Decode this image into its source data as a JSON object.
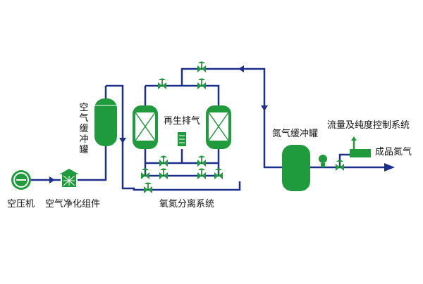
{
  "colors": {
    "pipe": "#1c2f8a",
    "green": "#1f9a3c",
    "dark_green": "#13702a",
    "text": "#111111",
    "white": "#ffffff"
  },
  "labels": {
    "compressor": "空压机",
    "purifier": "空气净化组件",
    "air_buffer_tank": "空气缓冲罐",
    "regeneration_exhaust": "再生排气",
    "separation_system": "氧氮分离系统",
    "nitrogen_buffer_tank": "氮气缓冲罐",
    "flow_purity_control": "流量及纯度控制系统",
    "product_nitrogen": "成品氮气"
  },
  "icons": {
    "compressor": "compressor-icon",
    "purifier": "purifier-house-icon",
    "valve": "valve-icon",
    "check_valve": "check-valve-arrow-icon",
    "flow_meter": "flow-meter-icon",
    "output_arrow": "output-arrow-icon"
  }
}
